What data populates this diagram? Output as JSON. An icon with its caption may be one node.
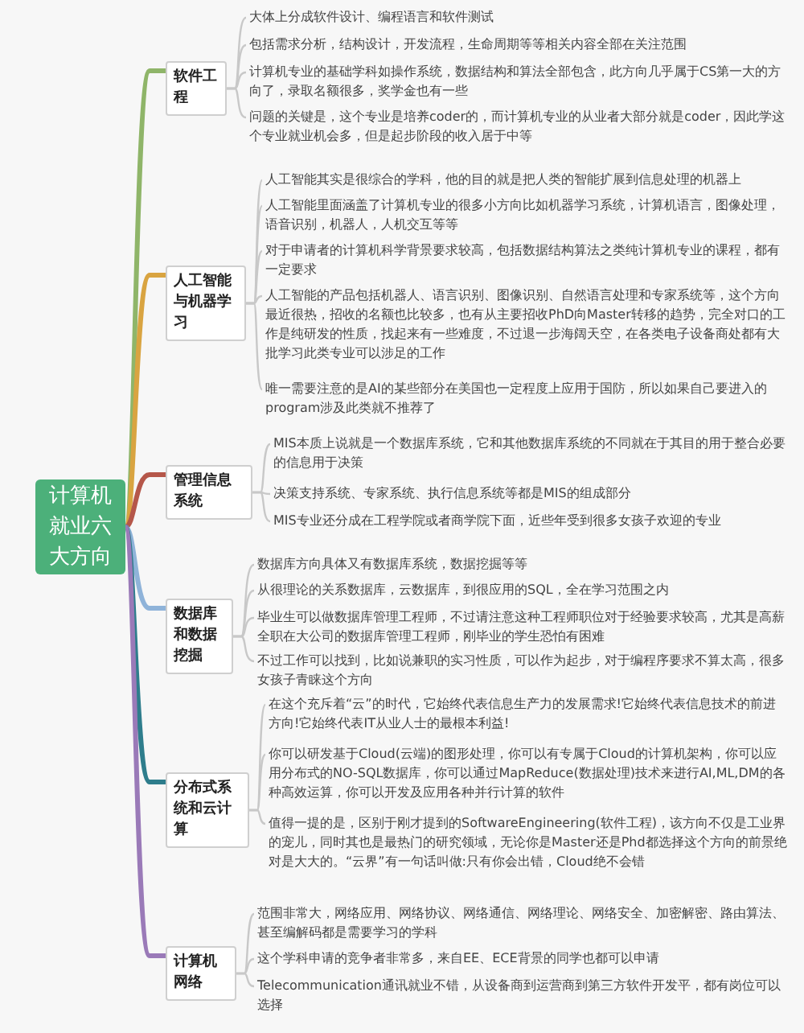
{
  "diagram": {
    "nodes": [
      {
        "text": [
          "计算机就业六大方向"
        ]
      },
      {
        "text": [
          "软件工程"
        ]
      },
      {
        "text": [
          "大体上分成软件设计、编程语言和软件测试"
        ]
      },
      {
        "text": [
          "包括需求分析，结构设计，开发流程，生命周期等等相关内容全部在关注范围"
        ]
      },
      {
        "text": [
          "计算机专业的基础学科如操作系统，数据结构和算法全部包含，此方向几乎属于CS第一大的方向了，录取名额很多，奖学金也有一些"
        ]
      },
      {
        "text": [
          "问题的关键是，这个专业是培养coder的，而计算机专业的从业者大部分就是coder，因此学这个专业就业机会多，但是起步阶段的收入居于中等"
        ]
      },
      {
        "text": [
          "人工智能与机器学习"
        ]
      },
      {
        "text": [
          "人工智能其实是很综合的学科，他的目的就是把人类的智能扩展到信息处理的机器上"
        ]
      },
      {
        "text": [
          "人工智能里面涵盖了计算机专业的很多小方向比如机器学习系统，计算机语言，图像处理，语音识别，机器人，人机交互等等"
        ]
      },
      {
        "text": [
          "对于申请者的计算机科学背景要求较高，包括数据结构算法之类纯计算机专业的课程，都有一定要求"
        ]
      },
      {
        "text": [
          "人工智能的产品包括机器人、语言识别、图像识别、自然语言处理和专家系统等，这个方向最近很热，招收的名额也比较多，也有从主要招收PhD向Master转移的趋势，完全对口的工作是纯研发的性质，找起来有一些难度，不过退一步海阔天空，在各类电子设备商处都有大批学习此类专业可以涉足的工作"
        ]
      },
      {
        "text": [
          "唯一需要注意的是AI的某些部分在美国也一定程度上应用于国防，所以如果自己要进入的program涉及此类就不推荐了"
        ]
      },
      {
        "text": [
          "管理信息系统"
        ]
      },
      {
        "text": [
          "MIS本质上说就是一个数据库系统，它和其他数据库系统的不同就在于其目的用于整合必要的信息用于决策"
        ]
      },
      {
        "text": [
          "决策支持系统、专家系统、执行信息系统等都是MIS的组成部分"
        ]
      },
      {
        "text": [
          "MIS专业还分成在工程学院或者商学院下面，近些年受到很多女孩子欢迎的专业"
        ]
      },
      {
        "text": [
          "数据库和数据挖掘"
        ]
      },
      {
        "text": [
          "数据库方向具体又有数据库系统，数据挖掘等等"
        ]
      },
      {
        "text": [
          "从很理论的关系数据库，云数据库，到很应用的SQL，全在学习范围之内"
        ]
      },
      {
        "text": [
          "毕业生可以做数据库管理工程师，不过请注意这种工程师职位对于经验要求较高，尤其是高薪全职在大公司的数据库管理工程师，刚毕业的学生恐怕有困难"
        ]
      },
      {
        "text": [
          "不过工作可以找到，比如说兼职的实习性质，可以作为起步，对于编程序要求不算太高，很多女孩子青睐这个方向"
        ]
      },
      {
        "text": [
          "分布式系统和云计算"
        ]
      },
      {
        "text": [
          "在这个充斥着“云”的时代，它始终代表信息生产力的发展需求!它始终代表信息技术的前进方向!它始终代表IT从业人士的最根本利益!"
        ]
      },
      {
        "text": [
          "你可以研发基于Cloud(云端)的图形处理，你可以有专属于Cloud的计算机架构，你可以应用分布式的NO-SQL数据库，你可以通过MapReduce(数据处理)技术来进行AI,ML,DM的各种高效运算，你可以开发及应用各种并行计算的软件"
        ]
      },
      {
        "text": [
          "值得一提的是，区别于刚才提到的SoftwareEngineering(软件工程)，该方向不仅是工业界的宠儿，同时其也是最热门的研究领域，无论你是Master还是Phd都选择这个方向的前景绝对是大大的。“云界”有一句话叫做:只有你会出错，Cloud绝不会错"
        ]
      },
      {
        "text": [
          "计算机网络"
        ]
      },
      {
        "text": [
          "范围非常大，网络应用、网络协议、网络通信、网络理论、网络安全、加密解密、路由算法、甚至编解码都是需要学习的学科"
        ]
      },
      {
        "text": [
          "这个学科申请的竞争者非常多，来自EE、ECE背景的同学也都可以申请"
        ]
      },
      {
        "text": [
          "Telecommunication通讯就业不错，从设备商到运营商到第三方软件开发平，都有岗位可以选择"
        ]
      }
    ],
    "edges": [
      {
        "from": 0,
        "to": 1,
        "arrow": "none",
        "style": "thick",
        "color": "#8fb569"
      },
      {
        "from": 0,
        "to": 6,
        "arrow": "none",
        "style": "thick",
        "color": "#d9a441"
      },
      {
        "from": 0,
        "to": 12,
        "arrow": "none",
        "style": "thick",
        "color": "#b5574a"
      },
      {
        "from": 0,
        "to": 16,
        "arrow": "none",
        "style": "thick",
        "color": "#8fb3d9"
      },
      {
        "from": 0,
        "to": 21,
        "arrow": "none",
        "style": "thick",
        "color": "#2e7d8c"
      },
      {
        "from": 0,
        "to": 25,
        "arrow": "none",
        "style": "thick",
        "color": "#9a7ab8"
      },
      {
        "from": 1,
        "to": 2,
        "arrow": "none"
      },
      {
        "from": 1,
        "to": 3,
        "arrow": "none"
      },
      {
        "from": 1,
        "to": 4,
        "arrow": "none"
      },
      {
        "from": 1,
        "to": 5,
        "arrow": "none"
      },
      {
        "from": 6,
        "to": 7,
        "arrow": "none"
      },
      {
        "from": 6,
        "to": 8,
        "arrow": "none"
      },
      {
        "from": 6,
        "to": 9,
        "arrow": "none"
      },
      {
        "from": 6,
        "to": 10,
        "arrow": "none"
      },
      {
        "from": 6,
        "to": 11,
        "arrow": "none"
      },
      {
        "from": 12,
        "to": 13,
        "arrow": "none"
      },
      {
        "from": 12,
        "to": 14,
        "arrow": "none"
      },
      {
        "from": 12,
        "to": 15,
        "arrow": "none"
      },
      {
        "from": 16,
        "to": 17,
        "arrow": "none"
      },
      {
        "from": 16,
        "to": 18,
        "arrow": "none"
      },
      {
        "from": 16,
        "to": 19,
        "arrow": "none"
      },
      {
        "from": 16,
        "to": 20,
        "arrow": "none"
      },
      {
        "from": 21,
        "to": 22,
        "arrow": "none"
      },
      {
        "from": 21,
        "to": 23,
        "arrow": "none"
      },
      {
        "from": 21,
        "to": 24,
        "arrow": "none"
      },
      {
        "from": 25,
        "to": 26,
        "arrow": "none"
      },
      {
        "from": 25,
        "to": 27,
        "arrow": "none"
      },
      {
        "from": 25,
        "to": 28,
        "arrow": "none"
      }
    ]
  }
}
